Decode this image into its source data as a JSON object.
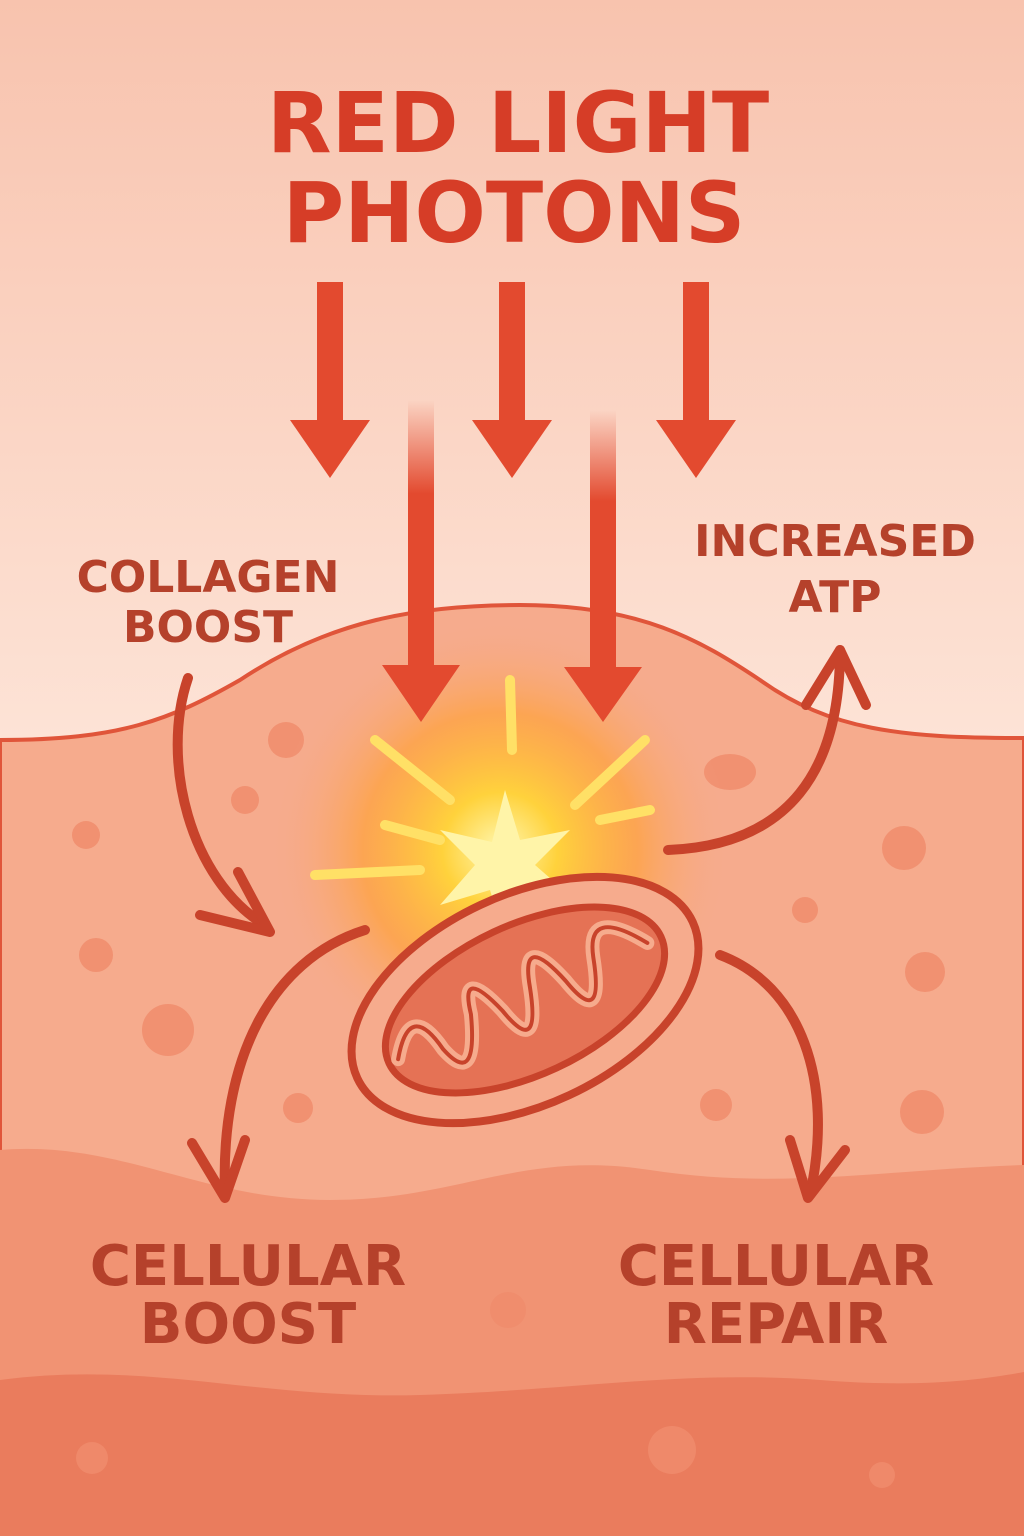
{
  "title": {
    "line1": "RED LIGHT",
    "line2": "PHOTONS"
  },
  "labels": {
    "collagen": {
      "line1": "COLLAGEN",
      "line2": "BOOST"
    },
    "atp": {
      "line1": "INCREASED",
      "line2": "ATP"
    },
    "cellular_boost": {
      "line1": "CELLULAR",
      "line2": "BOOST"
    },
    "cellular_repair": {
      "line1": "CELLULAR",
      "line2": "REPAIR"
    }
  },
  "colors": {
    "background": "#fbd3c2",
    "accent": "#d63d27",
    "label": "#b5412b",
    "skin": "#f6ab8d",
    "deep_layer": "#f19373",
    "bottom_layer": "#ea7c5d",
    "glow": "#ffd23c"
  }
}
